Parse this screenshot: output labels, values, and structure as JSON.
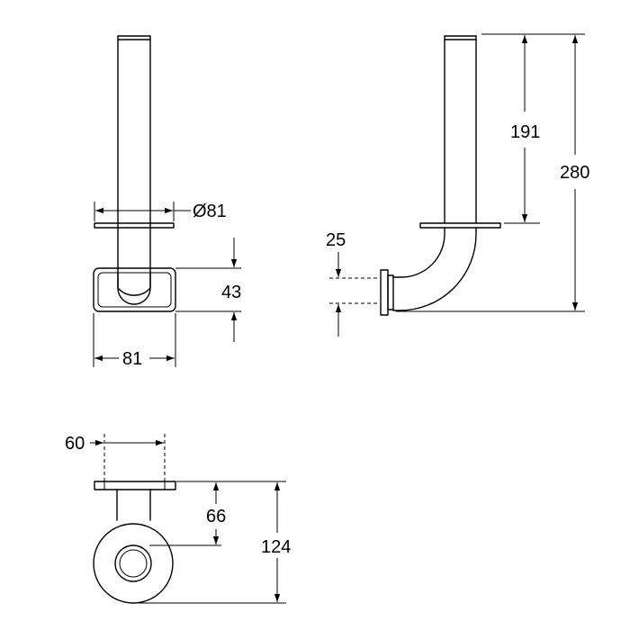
{
  "views": {
    "front": {
      "dim_diameter": "Ø81",
      "dim_height": "43",
      "dim_width": "81"
    },
    "side": {
      "dim_191": "191",
      "dim_280": "280",
      "dim_25": "25"
    },
    "top": {
      "dim_60": "60",
      "dim_66": "66",
      "dim_124": "124"
    }
  },
  "colors": {
    "line": "#000000",
    "background": "#ffffff"
  }
}
